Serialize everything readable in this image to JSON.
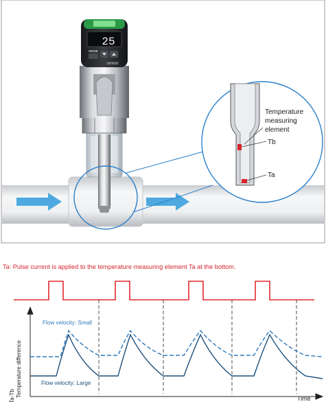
{
  "sensor": {
    "display_value": "25",
    "mode_label": "MODE",
    "brand": "omron"
  },
  "callout": {
    "element_label_lines": [
      "Temperature",
      "measuring",
      "element"
    ],
    "tb_label": "Tb",
    "ta_label": "Ta"
  },
  "caption": "Ta: Pulse current is applied to the temperature measuring element Ta at the bottom.",
  "graph": {
    "small_label": "Flow velocity: Small",
    "large_label": "Flow velocity: Large",
    "y_axis_line1": "Ta-Tb",
    "y_axis_line2": "Temperature difference",
    "x_axis_label": "Time"
  },
  "colors": {
    "pulse": "#e0282e",
    "flow_arrow": "#4fa9e0",
    "curve_large": "#1d4f7c",
    "curve_small": "#2f78b8",
    "callout": "#2a7fc9",
    "element": "#d8262c"
  },
  "icons": [
    "flow-arrow-icon",
    "up-arrow-icon",
    "down-arrow-icon"
  ]
}
